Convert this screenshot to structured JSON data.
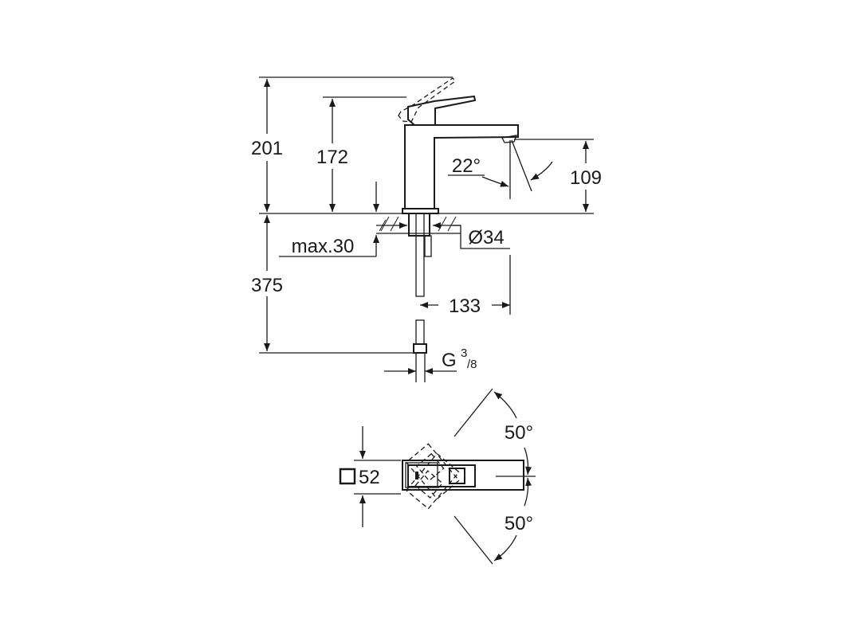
{
  "dimensions": {
    "total_height": "201",
    "handle_height": "172",
    "spout_height": "109",
    "spout_angle": "22°",
    "max_thickness": "max.30",
    "hole_diameter": "Ø34",
    "hose_length": "375",
    "spout_projection": "133",
    "connection_thread_prefix": "G",
    "connection_thread_num": "3",
    "connection_thread_den": "/8",
    "body_width": "52",
    "swivel_angle_upper": "50°",
    "swivel_angle_lower": "50°"
  }
}
